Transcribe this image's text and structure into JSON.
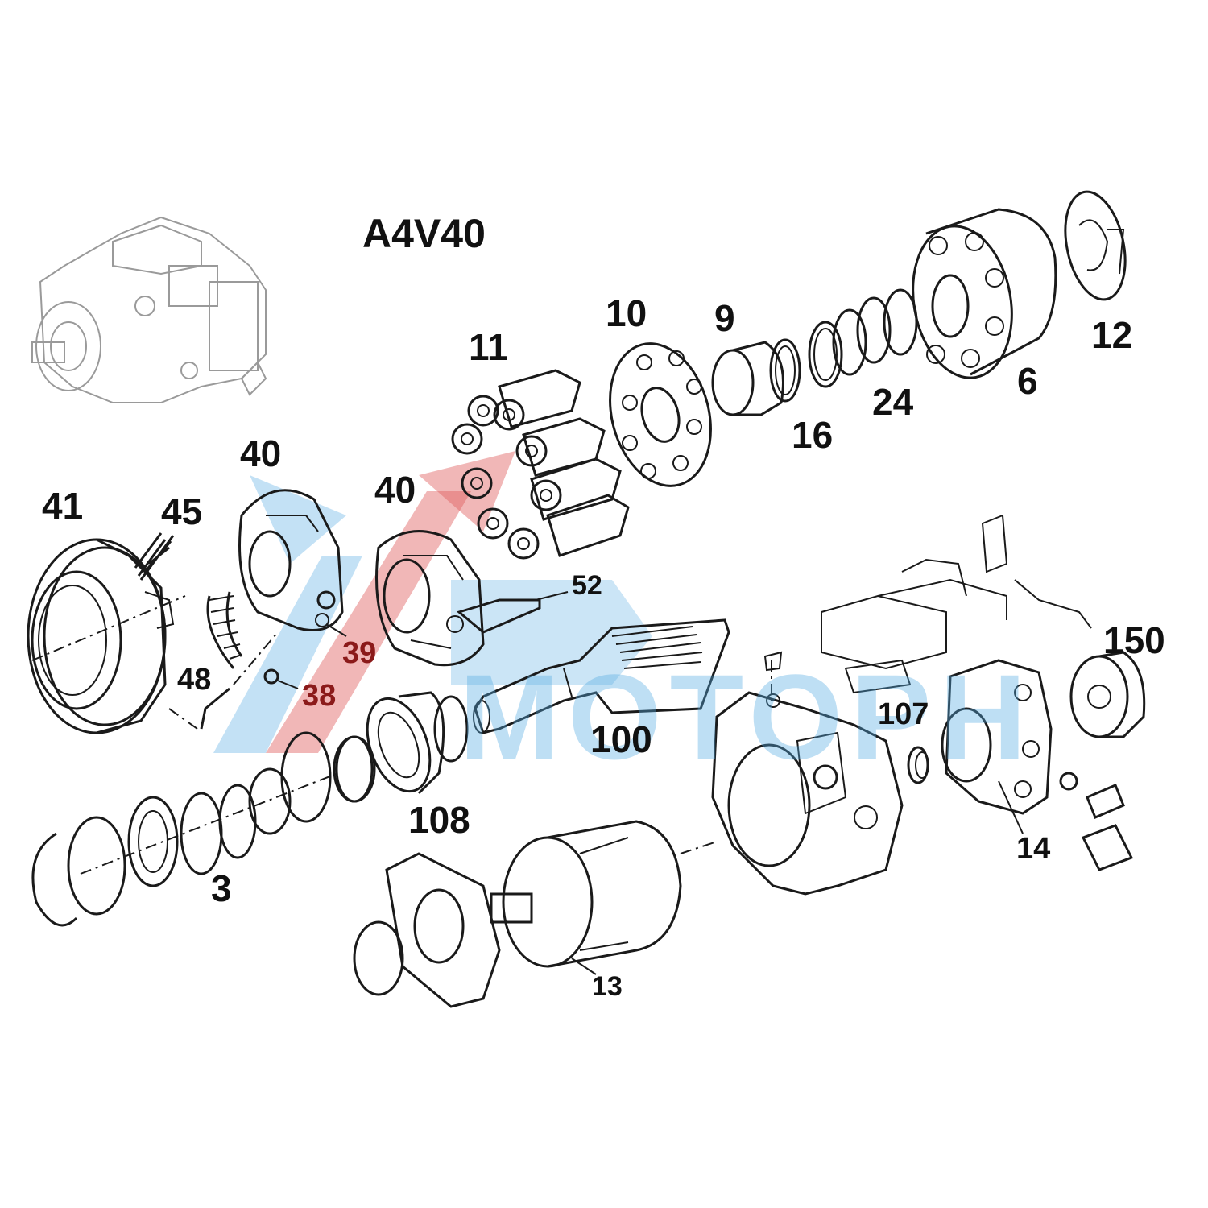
{
  "title": "A4V40",
  "watermark": {
    "text": "МОТОРН",
    "color": "#54aae1",
    "arrow_colors": [
      "#54aae1",
      "#e06060"
    ]
  },
  "accent_colors": {
    "labels": "#111111",
    "highlight_labels": "#8b1a1a"
  },
  "part_labels": {
    "p41": "41",
    "p45": "45",
    "p40a": "40",
    "p40b": "40",
    "p11": "11",
    "p10": "10",
    "p9": "9",
    "p16": "16",
    "p24": "24",
    "p6": "6",
    "p12": "12",
    "p52": "52",
    "p39": "39",
    "p38": "38",
    "p48": "48",
    "p100": "100",
    "p108": "108",
    "p3": "3",
    "p13": "13",
    "p107": "107",
    "p14": "14",
    "p150": "150"
  }
}
